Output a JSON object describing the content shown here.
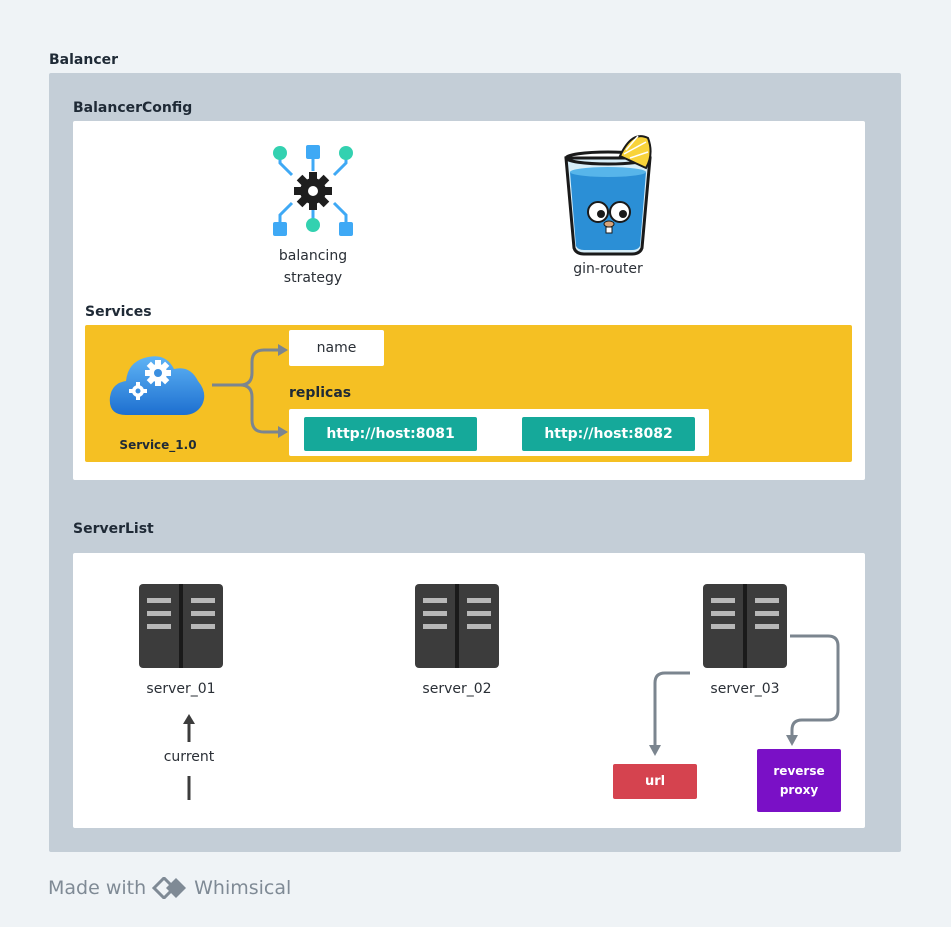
{
  "balancer": {
    "title": "Balancer"
  },
  "config": {
    "title": "BalancerConfig",
    "strategy_label_line1": "balancing",
    "strategy_label_line2": "strategy",
    "router_label": "gin-router"
  },
  "services": {
    "title": "Services",
    "service_label": "Service_1.0",
    "name_field": "name",
    "replicas_label": "replicas",
    "replicas": [
      "http://host:8081",
      "http://host:8082"
    ]
  },
  "server_list": {
    "title": "ServerList",
    "servers": [
      "server_01",
      "server_02",
      "server_03"
    ],
    "current_label": "current",
    "url_label": "url",
    "proxy_label_line1": "reverse",
    "proxy_label_line2": "proxy"
  },
  "footer": {
    "made_with": "Made with",
    "brand": "Whimsical"
  },
  "colors": {
    "services_bg": "#f5c023",
    "replica_btn": "#15a99a",
    "url_box": "#d5434f",
    "proxy_box": "#7a10c6",
    "server": "#3c3c3c"
  }
}
